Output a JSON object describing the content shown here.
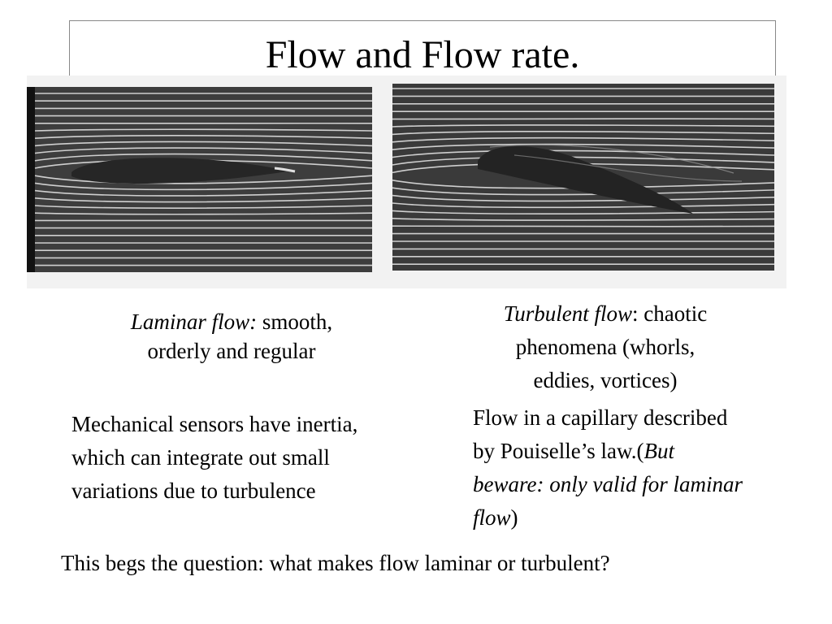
{
  "slide": {
    "title": "Flow and Flow rate."
  },
  "figures": {
    "laminar": {
      "icon": "laminar-streamlines-airfoil-photo"
    },
    "turbulent": {
      "icon": "turbulent-streamlines-airfoil-photo"
    }
  },
  "captions": {
    "laminar": {
      "italic": "Laminar flow:",
      "line1_rest": " smooth,",
      "line2": "orderly and regular"
    },
    "turbulent": {
      "italic": "Turbulent flow",
      "line1_rest": ": chaotic",
      "line2": "phenomena (whorls,",
      "line3": "eddies, vortices)"
    }
  },
  "text": {
    "sensors": {
      "line1": "Mechanical sensors have inertia,",
      "line2": "which can integrate out small",
      "line3": "variations due to turbulence"
    },
    "capillary": {
      "line1": "Flow in a capillary described",
      "line2_plain": "by Pouiselle’s law.(",
      "line2_italic": "But",
      "line3_italic": "beware: only valid for laminar",
      "line4_italic": "flow",
      "line4_plain": ")"
    },
    "question": "This begs the question: what makes flow laminar or turbulent?"
  }
}
